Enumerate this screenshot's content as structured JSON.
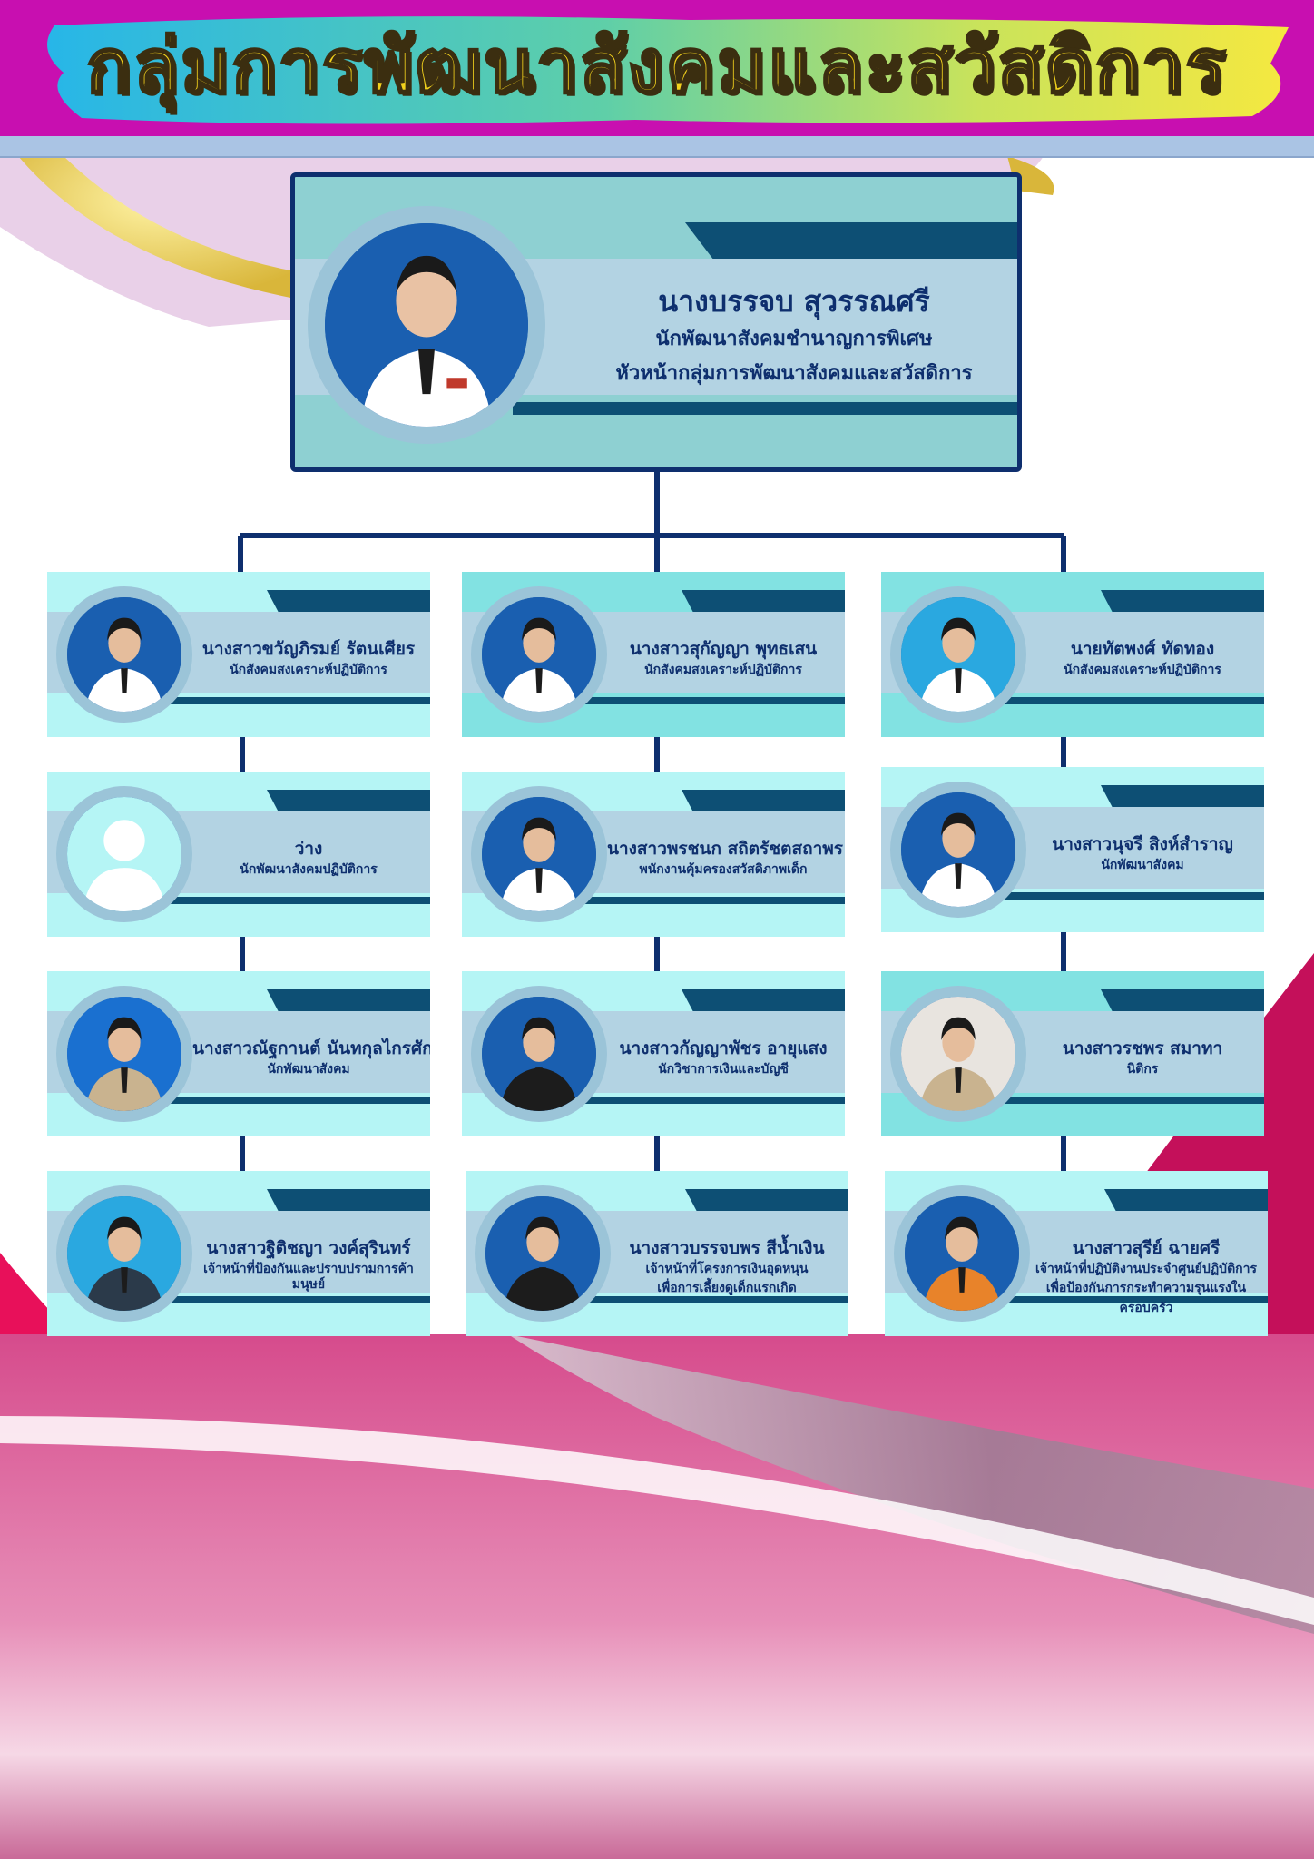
{
  "banner": {
    "title": "กลุ่มการพัฒนาสังคมและสวัสดิการ"
  },
  "head": {
    "name": "นางบรรจบ  สุวรรณศรี",
    "position": "นักพัฒนาสังคมชำนาญการพิเศษ",
    "role": "หัวหน้ากลุ่มการพัฒนาสังคมและสวัสดิการ"
  },
  "staff": [
    {
      "name": "นางสาวขวัญภิรมย์ รัตนเศียร",
      "position": "นักสังคมสงเคราะห์ปฏิบัติการ",
      "photo": "person-photo",
      "photo_bg": "#1a5fb0",
      "uniform": "#ffffff"
    },
    {
      "name": "นางสาวสุกัญญา พุทธเสน",
      "position": "นักสังคมสงเคราะห์ปฏิบัติการ",
      "photo": "person-photo",
      "photo_bg": "#1a5fb0",
      "uniform": "#ffffff"
    },
    {
      "name": "นายทัตพงศ์ ทัดทอง",
      "position": "นักสังคมสงเคราะห์ปฏิบัติการ",
      "photo": "person-photo",
      "photo_bg": "#2aa8e0",
      "uniform": "#ffffff"
    },
    {
      "name": "ว่าง",
      "position": "นักพัฒนาสังคมปฏิบัติการ",
      "photo": "placeholder-avatar",
      "photo_bg": "#b5f5f5",
      "uniform": "#ffffff"
    },
    {
      "name": "นางสาวพรชนก สถิตรัชตสถาพร",
      "position": "พนักงานคุ้มครองสวัสดิภาพเด็ก",
      "photo": "person-photo",
      "photo_bg": "#1a5fb0",
      "uniform": "#ffffff"
    },
    {
      "name": "นางสาวนุจรี  สิงห์สำราญ",
      "position": "นักพัฒนาสังคม",
      "photo": "person-photo",
      "photo_bg": "#1a5fb0",
      "uniform": "#ffffff"
    },
    {
      "name": "นางสาวณัฐกานต์  นันทกุลไกรศักดิ์",
      "position": "นักพัฒนาสังคม",
      "photo": "person-photo",
      "photo_bg": "#1a70d0",
      "uniform": "#c9b38f"
    },
    {
      "name": "นางสาวกัญญาพัชร อายุแสง",
      "position": "นักวิชาการเงินและบัญชี",
      "photo": "person-photo",
      "photo_bg": "#1a5fb0",
      "uniform": "#1c1c1c"
    },
    {
      "name": "นางสาวรชพร สมาทา",
      "position": "นิติกร",
      "photo": "person-photo",
      "photo_bg": "#e8e4df",
      "uniform": "#c9b38f"
    },
    {
      "name": "นางสาวฐิติชญา วงค์สุรินทร์",
      "position": "เจ้าหน้าที่ป้องกันและปราบปรามการค้ามนุษย์",
      "photo": "person-photo",
      "photo_bg": "#2aa8e0",
      "uniform": "#2b3a4a"
    },
    {
      "name": "นางสาวบรรจบพร สีน้ำเงิน",
      "position": "เจ้าหน้าที่โครงการเงินอุดหนุน",
      "position2": "เพื่อการเลี้ยงดูเด็กแรกเกิด",
      "photo": "person-photo",
      "photo_bg": "#1a5fb0",
      "uniform": "#1c1c1c"
    },
    {
      "name": "นางสาวสุรีย์ ฉายศรี",
      "position": "เจ้าหน้าที่ปฏิบัติงานประจำศูนย์ปฏิบัติการ",
      "position2": "เพื่อป้องกันการกระทำความรุนแรงในครอบครัว",
      "photo": "person-photo",
      "photo_bg": "#1a5fb0",
      "uniform": "#e8832a"
    }
  ],
  "colors": {
    "banner_bg": "#c80fb0",
    "title_fill": "#f3d21d",
    "card_light": "#b5f5f5",
    "card_alt": "#82e2e2",
    "band": "#b3d3e3",
    "dark_accent": "#0d4f74",
    "connector": "#0e2f6e",
    "text": "#0e2f6e"
  }
}
